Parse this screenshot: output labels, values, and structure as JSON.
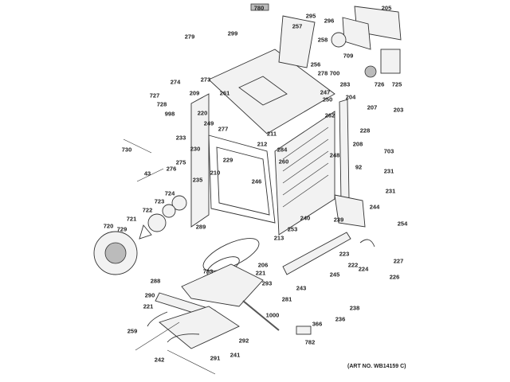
{
  "diagram": {
    "art_number": "(ART NO. WB14159 C)",
    "part_labels": [
      "780",
      "295",
      "205",
      "296",
      "257",
      "299",
      "258",
      "709",
      "279",
      "256",
      "700",
      "278",
      "726",
      "725",
      "274",
      "273",
      "283",
      "204",
      "247",
      "250",
      "209",
      "261",
      "727",
      "728",
      "998",
      "207",
      "203",
      "262",
      "220",
      "249",
      "277",
      "228",
      "211",
      "212",
      "284",
      "208",
      "233",
      "730",
      "703",
      "230",
      "229",
      "260",
      "248",
      "275",
      "92",
      "231",
      "276",
      "43",
      "235",
      "210",
      "246",
      "231",
      "724",
      "723",
      "244",
      "240",
      "722",
      "239",
      "721",
      "729",
      "720",
      "254",
      "289",
      "253",
      "213",
      "223",
      "222",
      "224",
      "227",
      "206",
      "221",
      "783",
      "293",
      "245",
      "226",
      "288",
      "243",
      "290",
      "281",
      "238",
      "221",
      "1000",
      "366",
      "236",
      "259",
      "292",
      "782",
      "241",
      "291",
      "242"
    ]
  }
}
